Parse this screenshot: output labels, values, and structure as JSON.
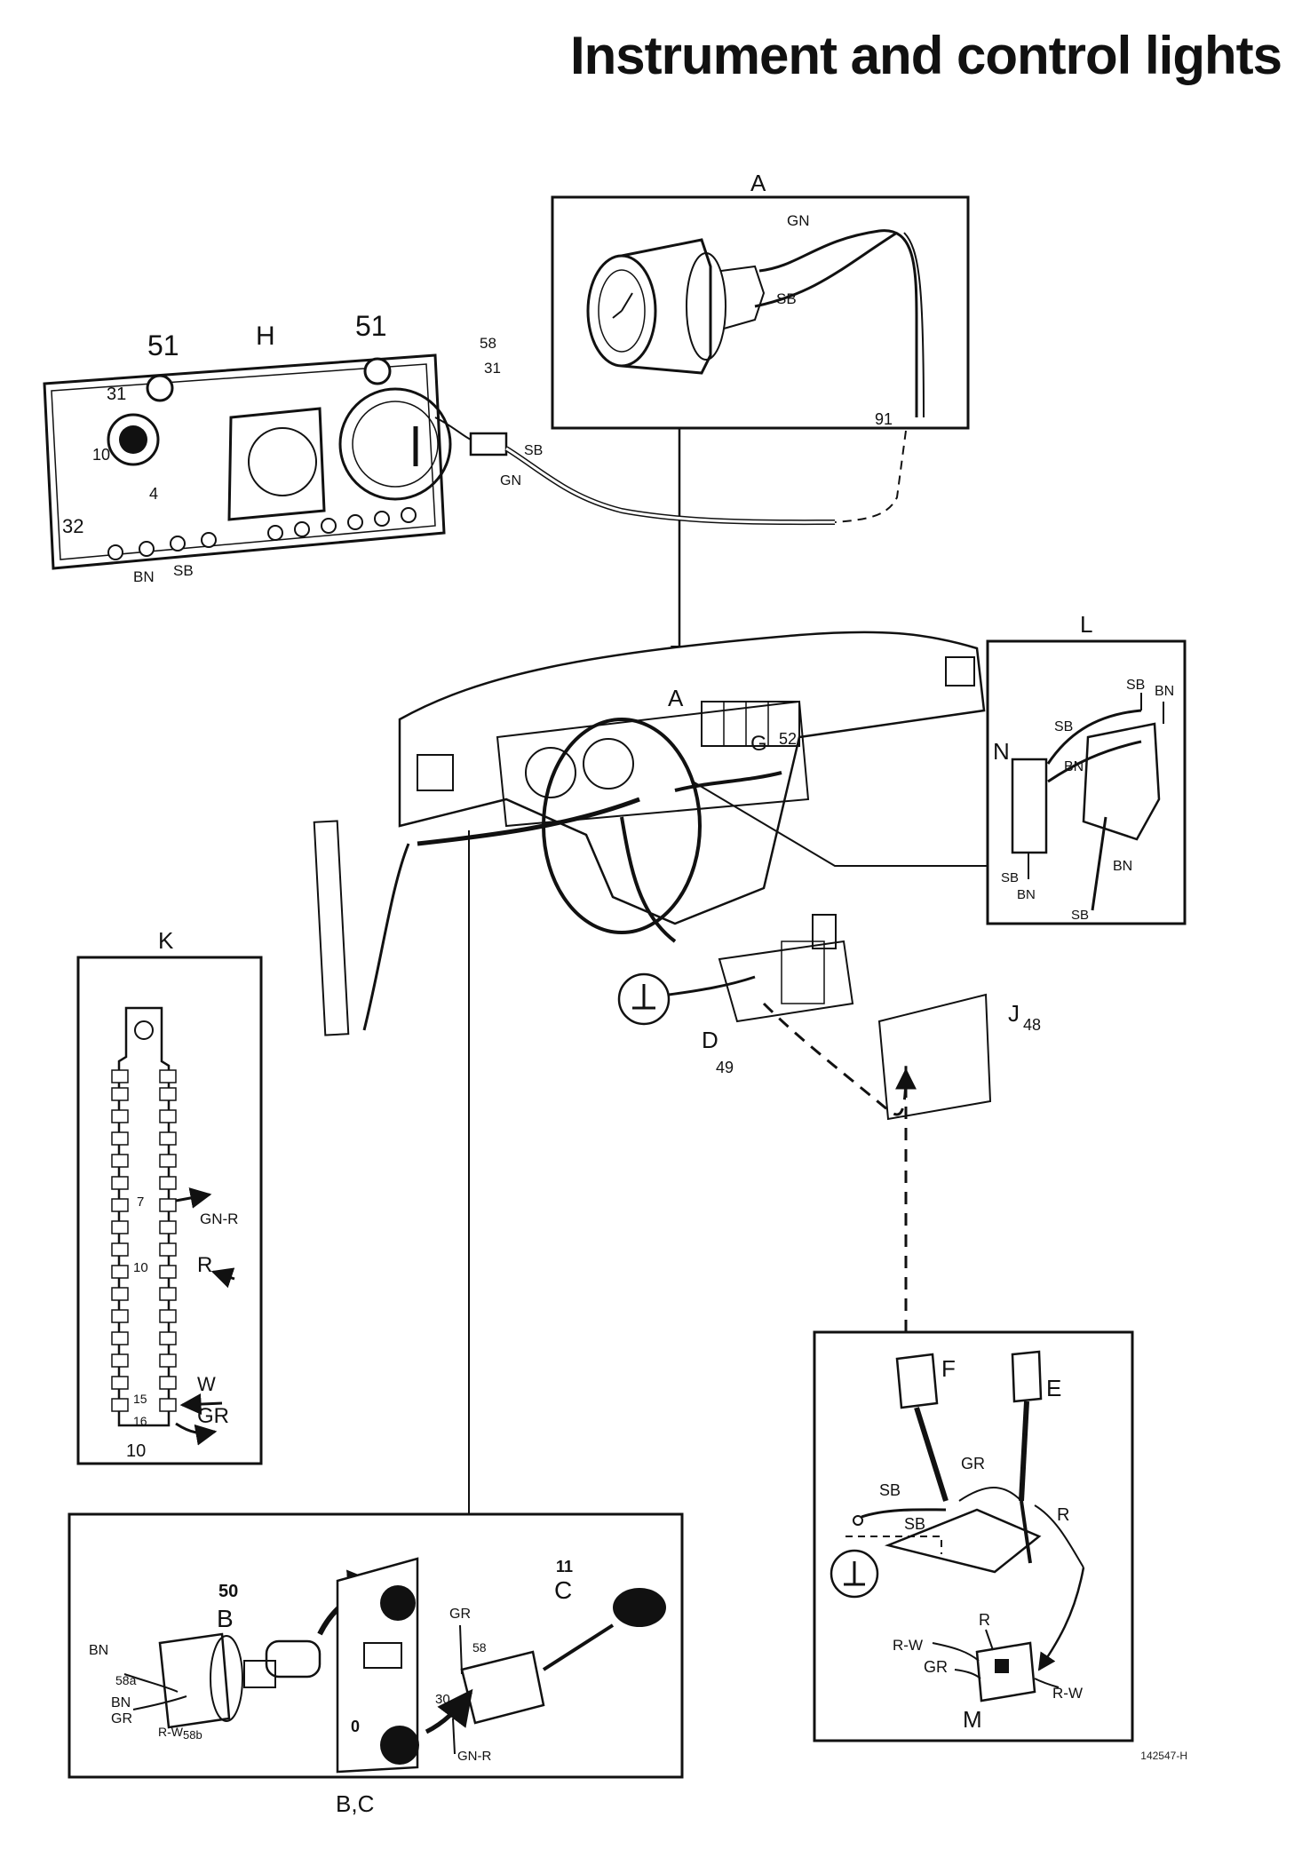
{
  "title": "Instrument and control lights",
  "doc_number": "142547-H",
  "callouts": {
    "A": "A",
    "B": "B",
    "C": "C",
    "BC": "B,C",
    "D": "D",
    "E": "E",
    "F": "F",
    "G": "G",
    "H": "H",
    "J": "J",
    "K": "K",
    "L": "L",
    "M": "M",
    "N": "N"
  },
  "numbers": {
    "n10": "10",
    "n11": "11",
    "n15": "15",
    "n16": "16",
    "n31": "31",
    "n32": "32",
    "n4": "4",
    "n48": "48",
    "n49": "49",
    "n50": "50",
    "n51": "51",
    "n52": "52",
    "n58": "58",
    "n7": "7",
    "n91": "91",
    "n30": "30",
    "n0": "0"
  },
  "wires": {
    "GN": "GN",
    "SB": "SB",
    "BN": "BN",
    "GR": "GR",
    "R": "R",
    "W": "W",
    "GN_R": "GN-R",
    "R_W": "R-W",
    "R_W2": "R-W",
    "t58a": "58a",
    "t58b": "58b",
    "t58": "58"
  }
}
